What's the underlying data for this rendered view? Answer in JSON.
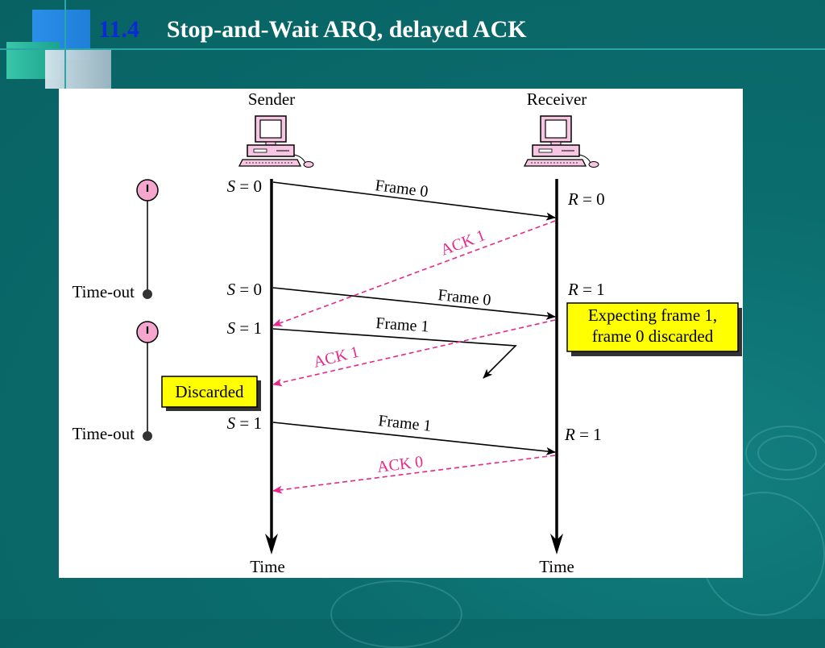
{
  "slide": {
    "number": "11.4",
    "title": "Stop-and-Wait ARQ, delayed ACK"
  },
  "diagram": {
    "sender_label": "Sender",
    "receiver_label": "Receiver",
    "time_label_sender": "Time",
    "time_label_receiver": "Time",
    "sender_states": [
      {
        "var": "S",
        "text": " = 0"
      },
      {
        "var": "S",
        "text": " = 0"
      },
      {
        "var": "S",
        "text": " = 1"
      },
      {
        "var": "S",
        "text": " = 1"
      }
    ],
    "receiver_states": [
      {
        "var": "R",
        "text": " = 0"
      },
      {
        "var": "R",
        "text": " = 1"
      },
      {
        "var": "R",
        "text": " = 1"
      }
    ],
    "frames": [
      "Frame 0",
      "Frame 0",
      "Frame 1",
      "Frame 1"
    ],
    "acks": [
      "ACK 1",
      "ACK 1",
      "ACK 0"
    ],
    "timeouts": [
      "Time-out",
      "Time-out"
    ],
    "notes": {
      "discarded": "Discarded",
      "expecting_line1": "Expecting frame 1,",
      "expecting_line2": "frame 0 discarded"
    },
    "colors": {
      "ack": "#e8288a",
      "note_box": "#ffff00",
      "timer": "#f4a6cf",
      "computer": "#f7c6e2"
    }
  }
}
